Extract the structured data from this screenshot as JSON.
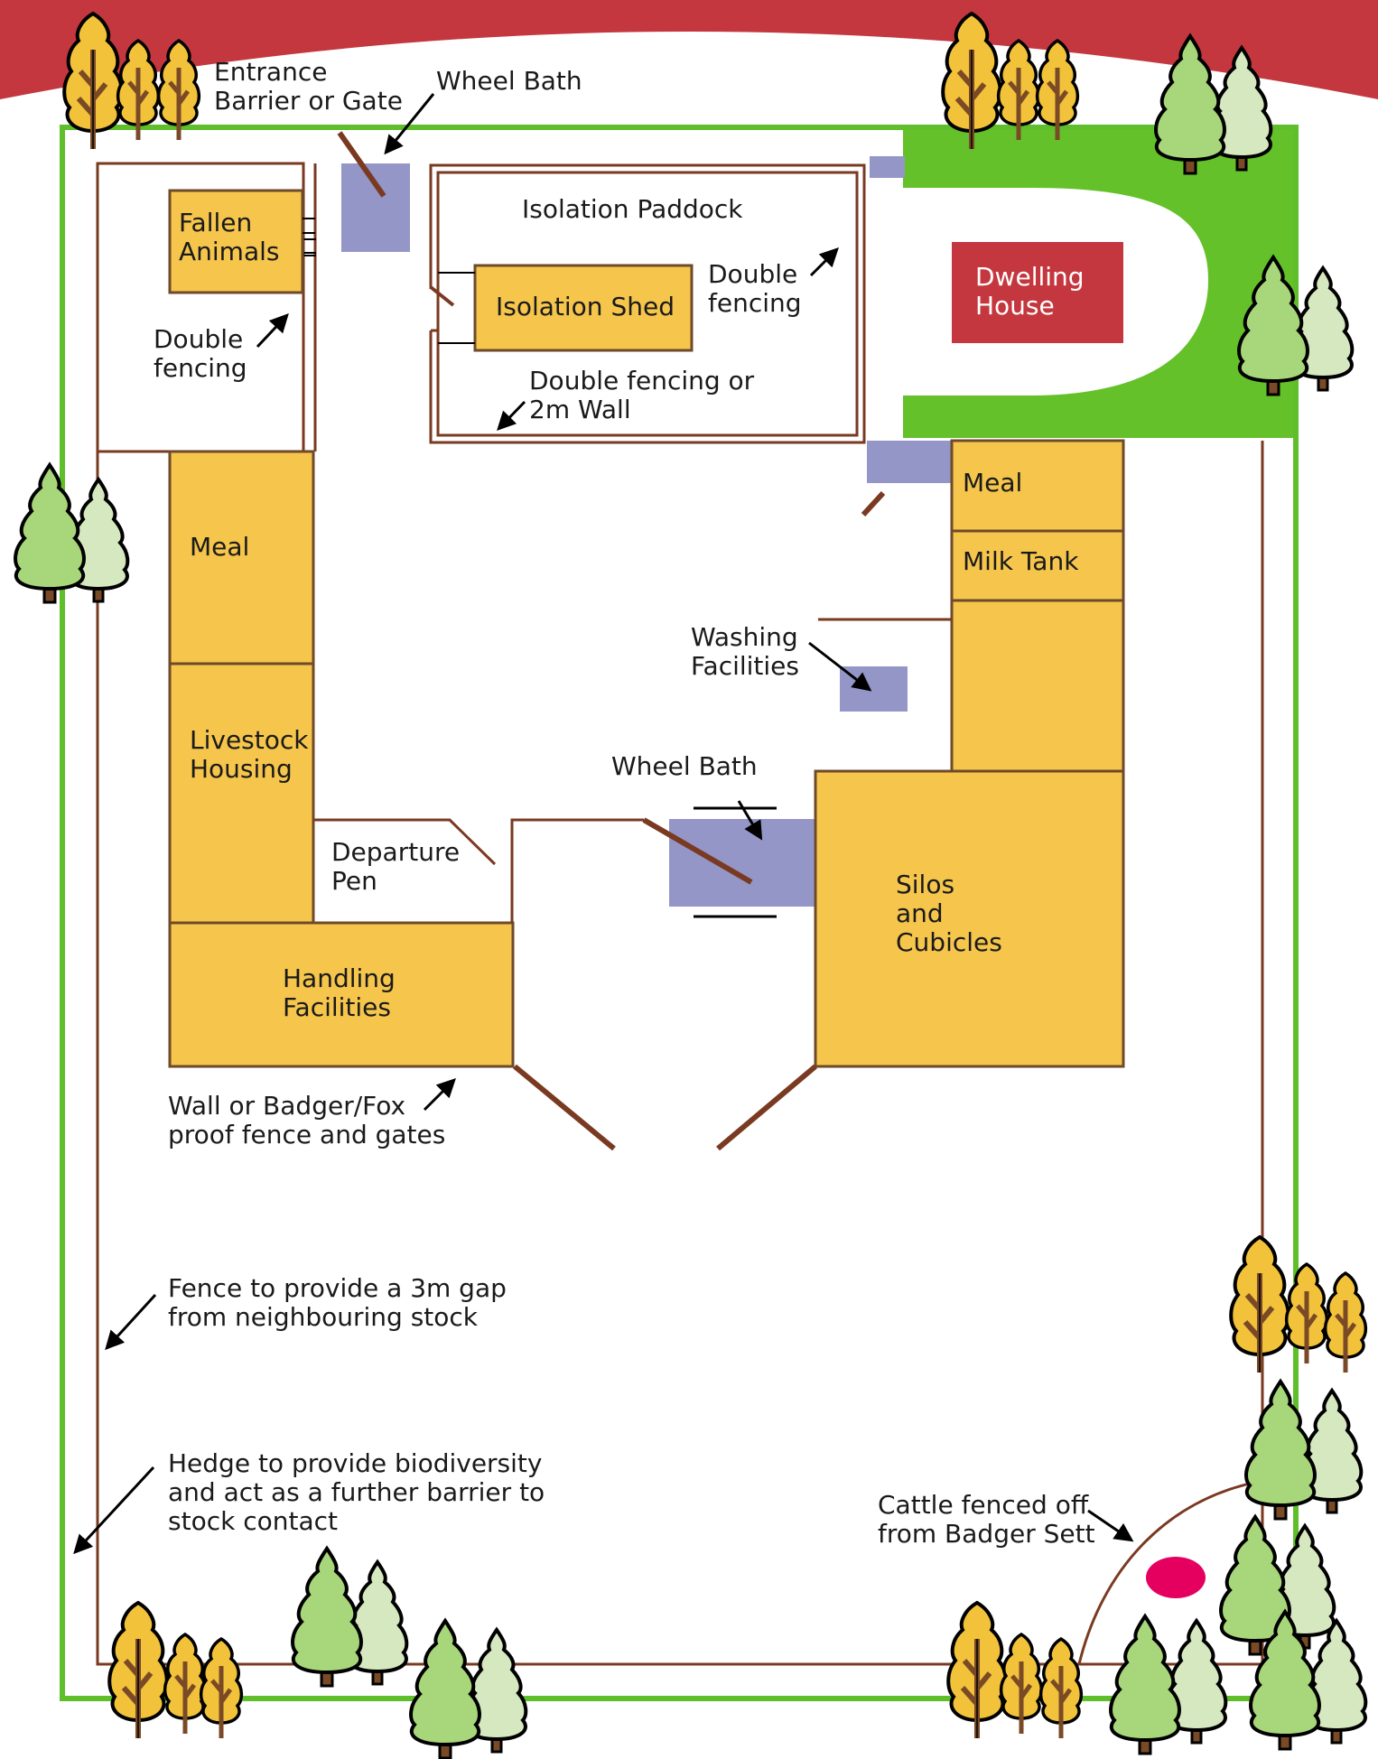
{
  "colors": {
    "banner": "#c4373f",
    "hedge": "#5fbf2a",
    "lawn": "#64c12a",
    "fence": "#7a3a22",
    "building": "#f5c54c",
    "building_outline": "#6e4a2a",
    "dwelling": "#c4373f",
    "wheel_bath": "#9496c8",
    "badger_sett": "#e5005f",
    "tree_green": "#a8d67a",
    "tree_green_light": "#d6e8c0",
    "tree_autumn": "#f2c23a",
    "tree_trunk": "#7a4a26",
    "outline": "#000000"
  },
  "buildings": {
    "fallen_animals": [
      "Fallen",
      "Animals"
    ],
    "isolation_shed": "Isolation Shed",
    "meal_left": "Meal",
    "livestock_housing": [
      "Livestock",
      "Housing"
    ],
    "handling_facilities": [
      "Handling",
      "Facilities"
    ],
    "meal_right": "Meal",
    "milk_tank": "Milk Tank",
    "silos_cubicles": [
      "Silos",
      "and",
      "Cubicles"
    ],
    "dwelling_house": [
      "Dwelling",
      "House"
    ]
  },
  "labels": {
    "entrance": [
      "Entrance",
      "Barrier or Gate"
    ],
    "wheel_bath_top": "Wheel Bath",
    "isolation_paddock": "Isolation Paddock",
    "double_fencing_left": [
      "Double",
      "fencing"
    ],
    "double_fencing_right": [
      "Double",
      "fencing"
    ],
    "double_fencing_wall": [
      "Double fencing or",
      "2m Wall"
    ],
    "washing": [
      "Washing",
      "Facilities"
    ],
    "wheel_bath_mid": "Wheel Bath",
    "departure_pen": [
      "Departure",
      "Pen"
    ],
    "wall_badger": [
      "Wall or Badger/Fox",
      "proof fence and gates"
    ],
    "fence_gap": [
      "Fence to provide a 3m gap",
      "from neighbouring stock"
    ],
    "hedge": [
      "Hedge to provide biodiversity",
      "and act as a further barrier to",
      "stock contact"
    ],
    "cattle_fenced": [
      "Cattle fenced off",
      "from Badger Sett"
    ]
  },
  "icons": {
    "tree_green": "conifer-tree-icon",
    "tree_autumn": "autumn-tree-icon",
    "arrow": "arrow-icon"
  }
}
